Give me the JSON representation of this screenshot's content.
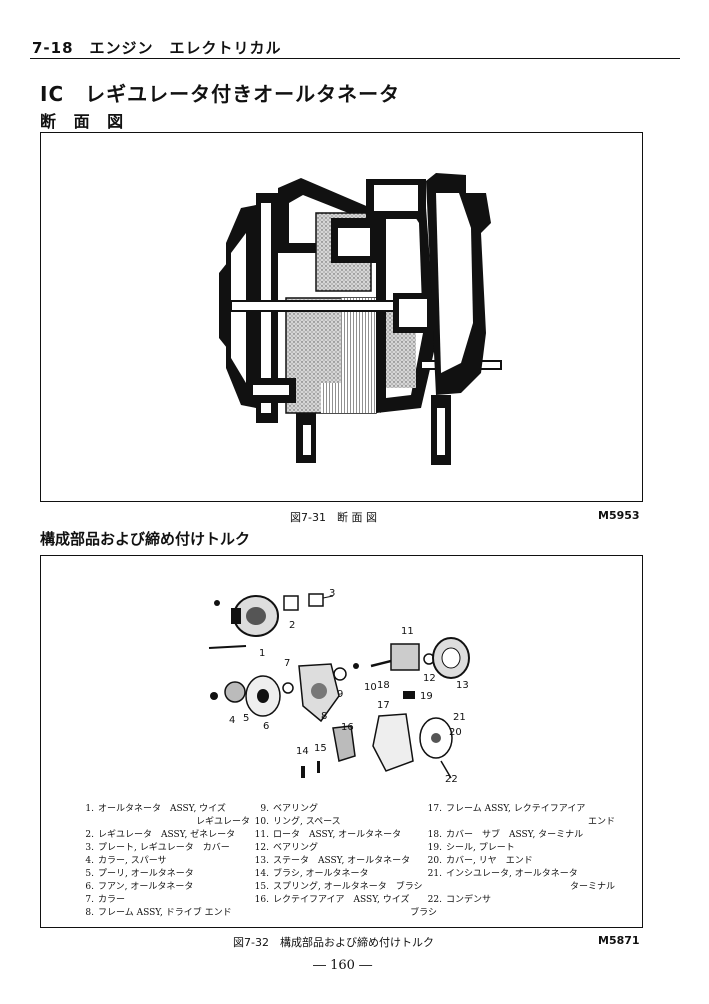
{
  "header": {
    "text": "7-18　エンジン　エレクトリカル"
  },
  "section": {
    "title": "IC　レギユレータ付きオールタネータ",
    "subtitle": "断 面 図"
  },
  "figure1": {
    "caption": "図7-31　断 面 図",
    "code": "M5953"
  },
  "parts_heading": "構成部品および締め付けトルク",
  "figure2": {
    "caption": "図7-32　構成部品および締め付けトルク",
    "code": "M5871",
    "callouts": [
      "1",
      "2",
      "3",
      "4",
      "5",
      "6",
      "7",
      "8",
      "9",
      "10",
      "11",
      "12",
      "13",
      "14",
      "15",
      "16",
      "17",
      "18",
      "19",
      "20",
      "21",
      "22"
    ]
  },
  "legend": {
    "col1": [
      {
        "num": "1.",
        "text": "オールタネータ　ASSY, ウイズ",
        "cont": "レギユレータ"
      },
      {
        "num": "2.",
        "text": "レギユレータ　ASSY, ゼネレータ"
      },
      {
        "num": "3.",
        "text": "プレート, レギユレータ　カバー"
      },
      {
        "num": "4.",
        "text": "カラー, スパーサ"
      },
      {
        "num": "5.",
        "text": "プーリ, オールタネータ"
      },
      {
        "num": "6.",
        "text": "フアン, オールタネータ"
      },
      {
        "num": "7.",
        "text": "カラー"
      },
      {
        "num": "8.",
        "text": "フレーム ASSY, ドライブ エンド"
      }
    ],
    "col2": [
      {
        "num": "9.",
        "text": "ベアリング"
      },
      {
        "num": "10.",
        "text": "リング, スペース"
      },
      {
        "num": "11.",
        "text": "ロータ　ASSY, オールタネータ"
      },
      {
        "num": "12.",
        "text": "ベアリング"
      },
      {
        "num": "13.",
        "text": "ステータ　ASSY, オールタネータ"
      },
      {
        "num": "14.",
        "text": "ブラシ, オールタネータ"
      },
      {
        "num": "15.",
        "text": "スプリング, オールタネータ　ブラシ"
      },
      {
        "num": "16.",
        "text": "レクテイフアイア　ASSY, ウイズ",
        "cont": "ブラシ"
      }
    ],
    "col3": [
      {
        "num": "17.",
        "text": "フレーム ASSY, レクテイフアイア",
        "cont": "エンド"
      },
      {
        "num": "18.",
        "text": "カバー　サブ　ASSY, ターミナル"
      },
      {
        "num": "19.",
        "text": "シール, プレート"
      },
      {
        "num": "20.",
        "text": "カバー, リヤ　エンド"
      },
      {
        "num": "21.",
        "text": "インシユレータ, オールタネータ",
        "cont": "ターミナル"
      },
      {
        "num": "22.",
        "text": "コンデンサ"
      }
    ]
  },
  "page_number": "― 160 ―"
}
